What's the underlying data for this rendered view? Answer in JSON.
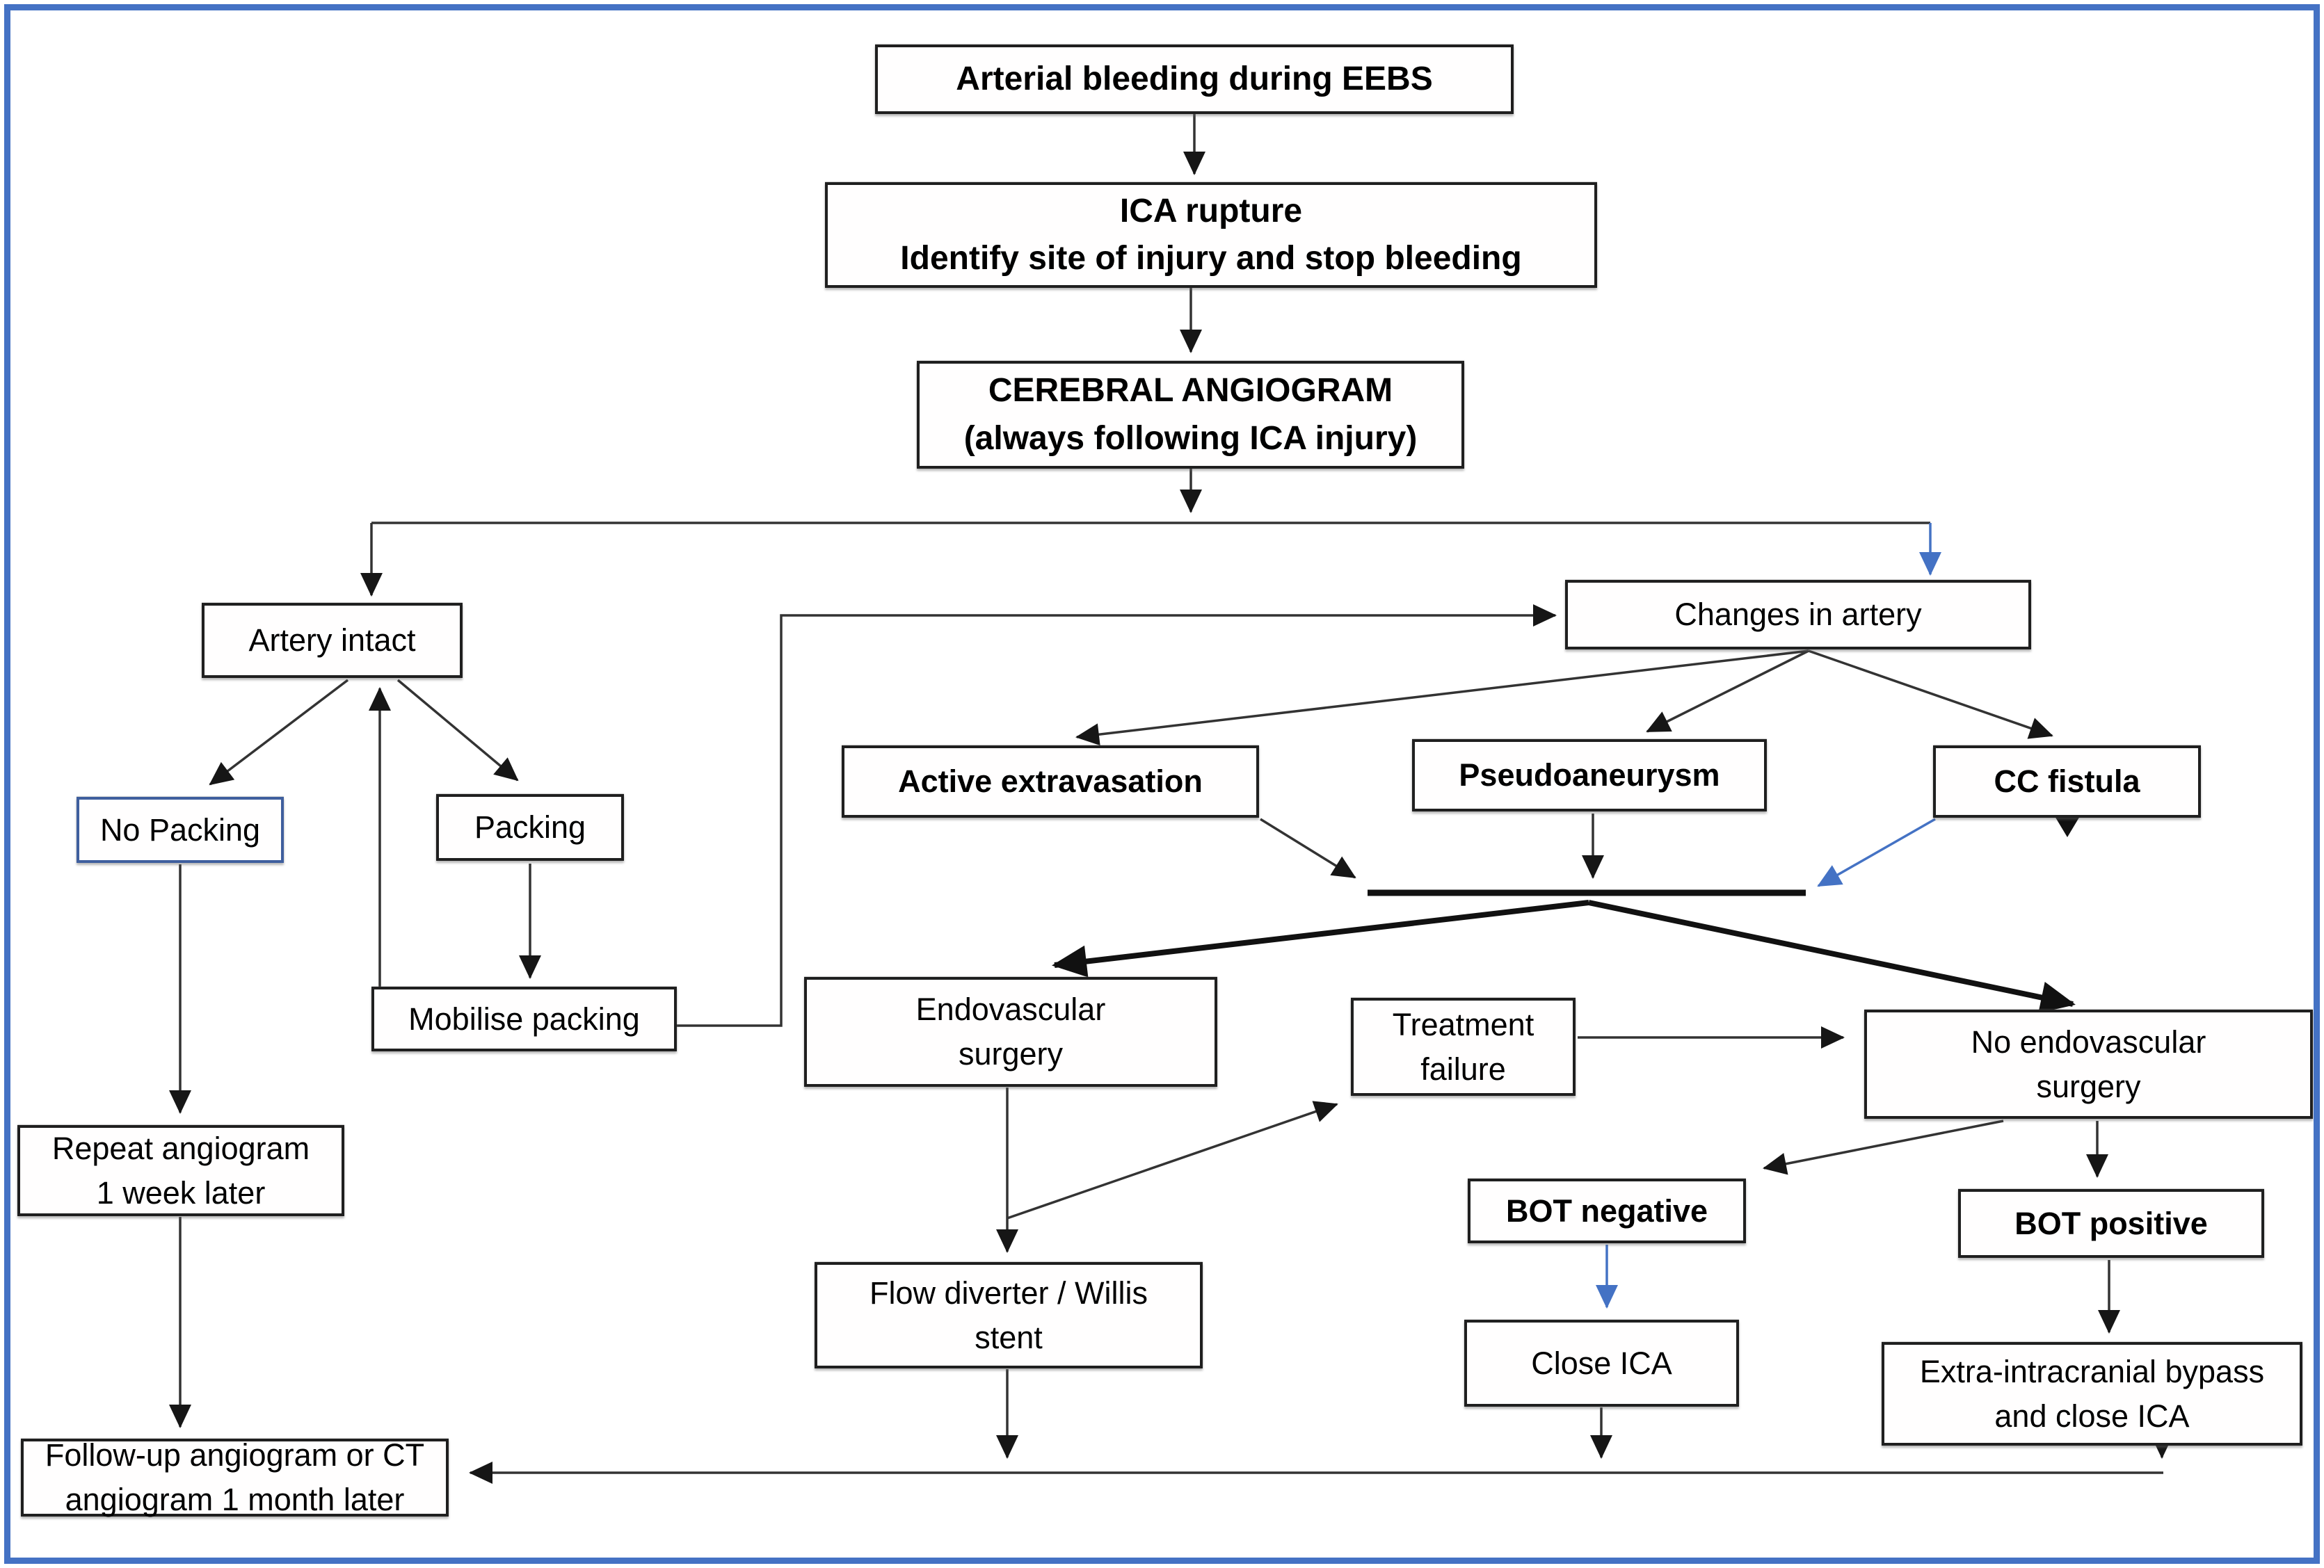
{
  "title": "Arterial bleeding during EEBS management flowchart",
  "colors": {
    "frame_blue": "#4472c4",
    "arrow_blue": "#4472c4",
    "arrow_black": "#2b2b2b",
    "box_border": "#1f1f1f",
    "accent_box_border": "#3f5f9e",
    "background": "#ffffff"
  },
  "nodes": {
    "arterial_bleeding": {
      "label": "Arterial bleeding during EEBS",
      "bold": true
    },
    "ica_rupture": {
      "label": "ICA rupture\nIdentify site of injury and stop bleeding",
      "bold": true
    },
    "cerebral_angiogram": {
      "label": "CEREBRAL ANGIOGRAM\n(always following ICA injury)",
      "bold": true
    },
    "artery_intact": {
      "label": "Artery intact",
      "bold": false
    },
    "changes_in_artery": {
      "label": "Changes in artery",
      "bold": false
    },
    "active_extravasation": {
      "label": "Active extravasation",
      "bold": true
    },
    "pseudoaneurysm": {
      "label": "Pseudoaneurysm",
      "bold": true
    },
    "cc_fistula": {
      "label": "CC fistula",
      "bold": true
    },
    "no_packing": {
      "label": "No Packing",
      "bold": false,
      "accent_border": true
    },
    "packing": {
      "label": "Packing",
      "bold": false
    },
    "mobilise_packing": {
      "label": "Mobilise packing",
      "bold": false
    },
    "endovascular_surgery": {
      "label": "Endovascular\nsurgery",
      "bold": false
    },
    "treatment_failure": {
      "label": "Treatment\nfailure",
      "bold": false
    },
    "no_endovascular_surgery": {
      "label": "No endovascular\nsurgery",
      "bold": false
    },
    "repeat_angiogram": {
      "label": "Repeat angiogram\n1 week later",
      "bold": false
    },
    "bot_negative": {
      "label": "BOT negative",
      "bold": true
    },
    "bot_positive": {
      "label": "BOT positive",
      "bold": true
    },
    "flow_diverter": {
      "label": "Flow diverter / Willis\nstent",
      "bold": false
    },
    "close_ica": {
      "label": "Close ICA",
      "bold": false
    },
    "extra_intracranial": {
      "label": "Extra-intracranial bypass\nand close ICA",
      "bold": false
    },
    "follow_up": {
      "label": "Follow-up angiogram or CT\nangiogram 1 month later",
      "bold": false
    }
  },
  "edges": [
    {
      "from": "arterial_bleeding",
      "to": "ica_rupture",
      "color": "black"
    },
    {
      "from": "ica_rupture",
      "to": "cerebral_angiogram",
      "color": "black"
    },
    {
      "from": "cerebral_angiogram",
      "to": "split-line",
      "color": "black"
    },
    {
      "from": "split-line",
      "to": "artery_intact",
      "color": "black"
    },
    {
      "from": "split-line",
      "to": "changes_in_artery",
      "color": "blue"
    },
    {
      "from": "artery_intact",
      "to": "no_packing",
      "color": "black"
    },
    {
      "from": "artery_intact",
      "to": "packing",
      "color": "black"
    },
    {
      "from": "mobilise_packing",
      "to": "artery_intact",
      "color": "black"
    },
    {
      "from": "packing",
      "to": "mobilise_packing",
      "color": "black"
    },
    {
      "from": "mobilise_packing",
      "to": "changes_in_artery",
      "color": "black"
    },
    {
      "from": "no_packing",
      "to": "repeat_angiogram",
      "color": "black"
    },
    {
      "from": "repeat_angiogram",
      "to": "follow_up",
      "color": "black"
    },
    {
      "from": "changes_in_artery",
      "to": "active_extravasation",
      "color": "black"
    },
    {
      "from": "changes_in_artery",
      "to": "pseudoaneurysm",
      "color": "black"
    },
    {
      "from": "changes_in_artery",
      "to": "cc_fistula",
      "color": "black"
    },
    {
      "from": "active_extravasation",
      "to": "junction-line",
      "color": "black"
    },
    {
      "from": "pseudoaneurysm",
      "to": "junction-line",
      "color": "black"
    },
    {
      "from": "cc_fistula",
      "to": "junction-line",
      "color": "blue"
    },
    {
      "from": "junction-line",
      "to": "endovascular_surgery",
      "color": "black",
      "thick": true
    },
    {
      "from": "junction-line",
      "to": "no_endovascular_surgery",
      "color": "black",
      "thick": true
    },
    {
      "from": "endovascular_surgery",
      "to": "flow_diverter",
      "color": "black"
    },
    {
      "from": "endovascular_surgery",
      "to": "treatment_failure",
      "color": "black"
    },
    {
      "from": "treatment_failure",
      "to": "no_endovascular_surgery",
      "color": "black"
    },
    {
      "from": "no_endovascular_surgery",
      "to": "bot_negative",
      "color": "black"
    },
    {
      "from": "no_endovascular_surgery",
      "to": "bot_positive",
      "color": "black"
    },
    {
      "from": "bot_negative",
      "to": "close_ica",
      "color": "blue"
    },
    {
      "from": "bot_positive",
      "to": "extra_intracranial",
      "color": "black"
    },
    {
      "from": "flow_diverter",
      "to": "follow_up",
      "color": "black"
    },
    {
      "from": "close_ica",
      "to": "follow_up",
      "color": "black"
    },
    {
      "from": "extra_intracranial",
      "to": "follow_up",
      "color": "black"
    }
  ]
}
